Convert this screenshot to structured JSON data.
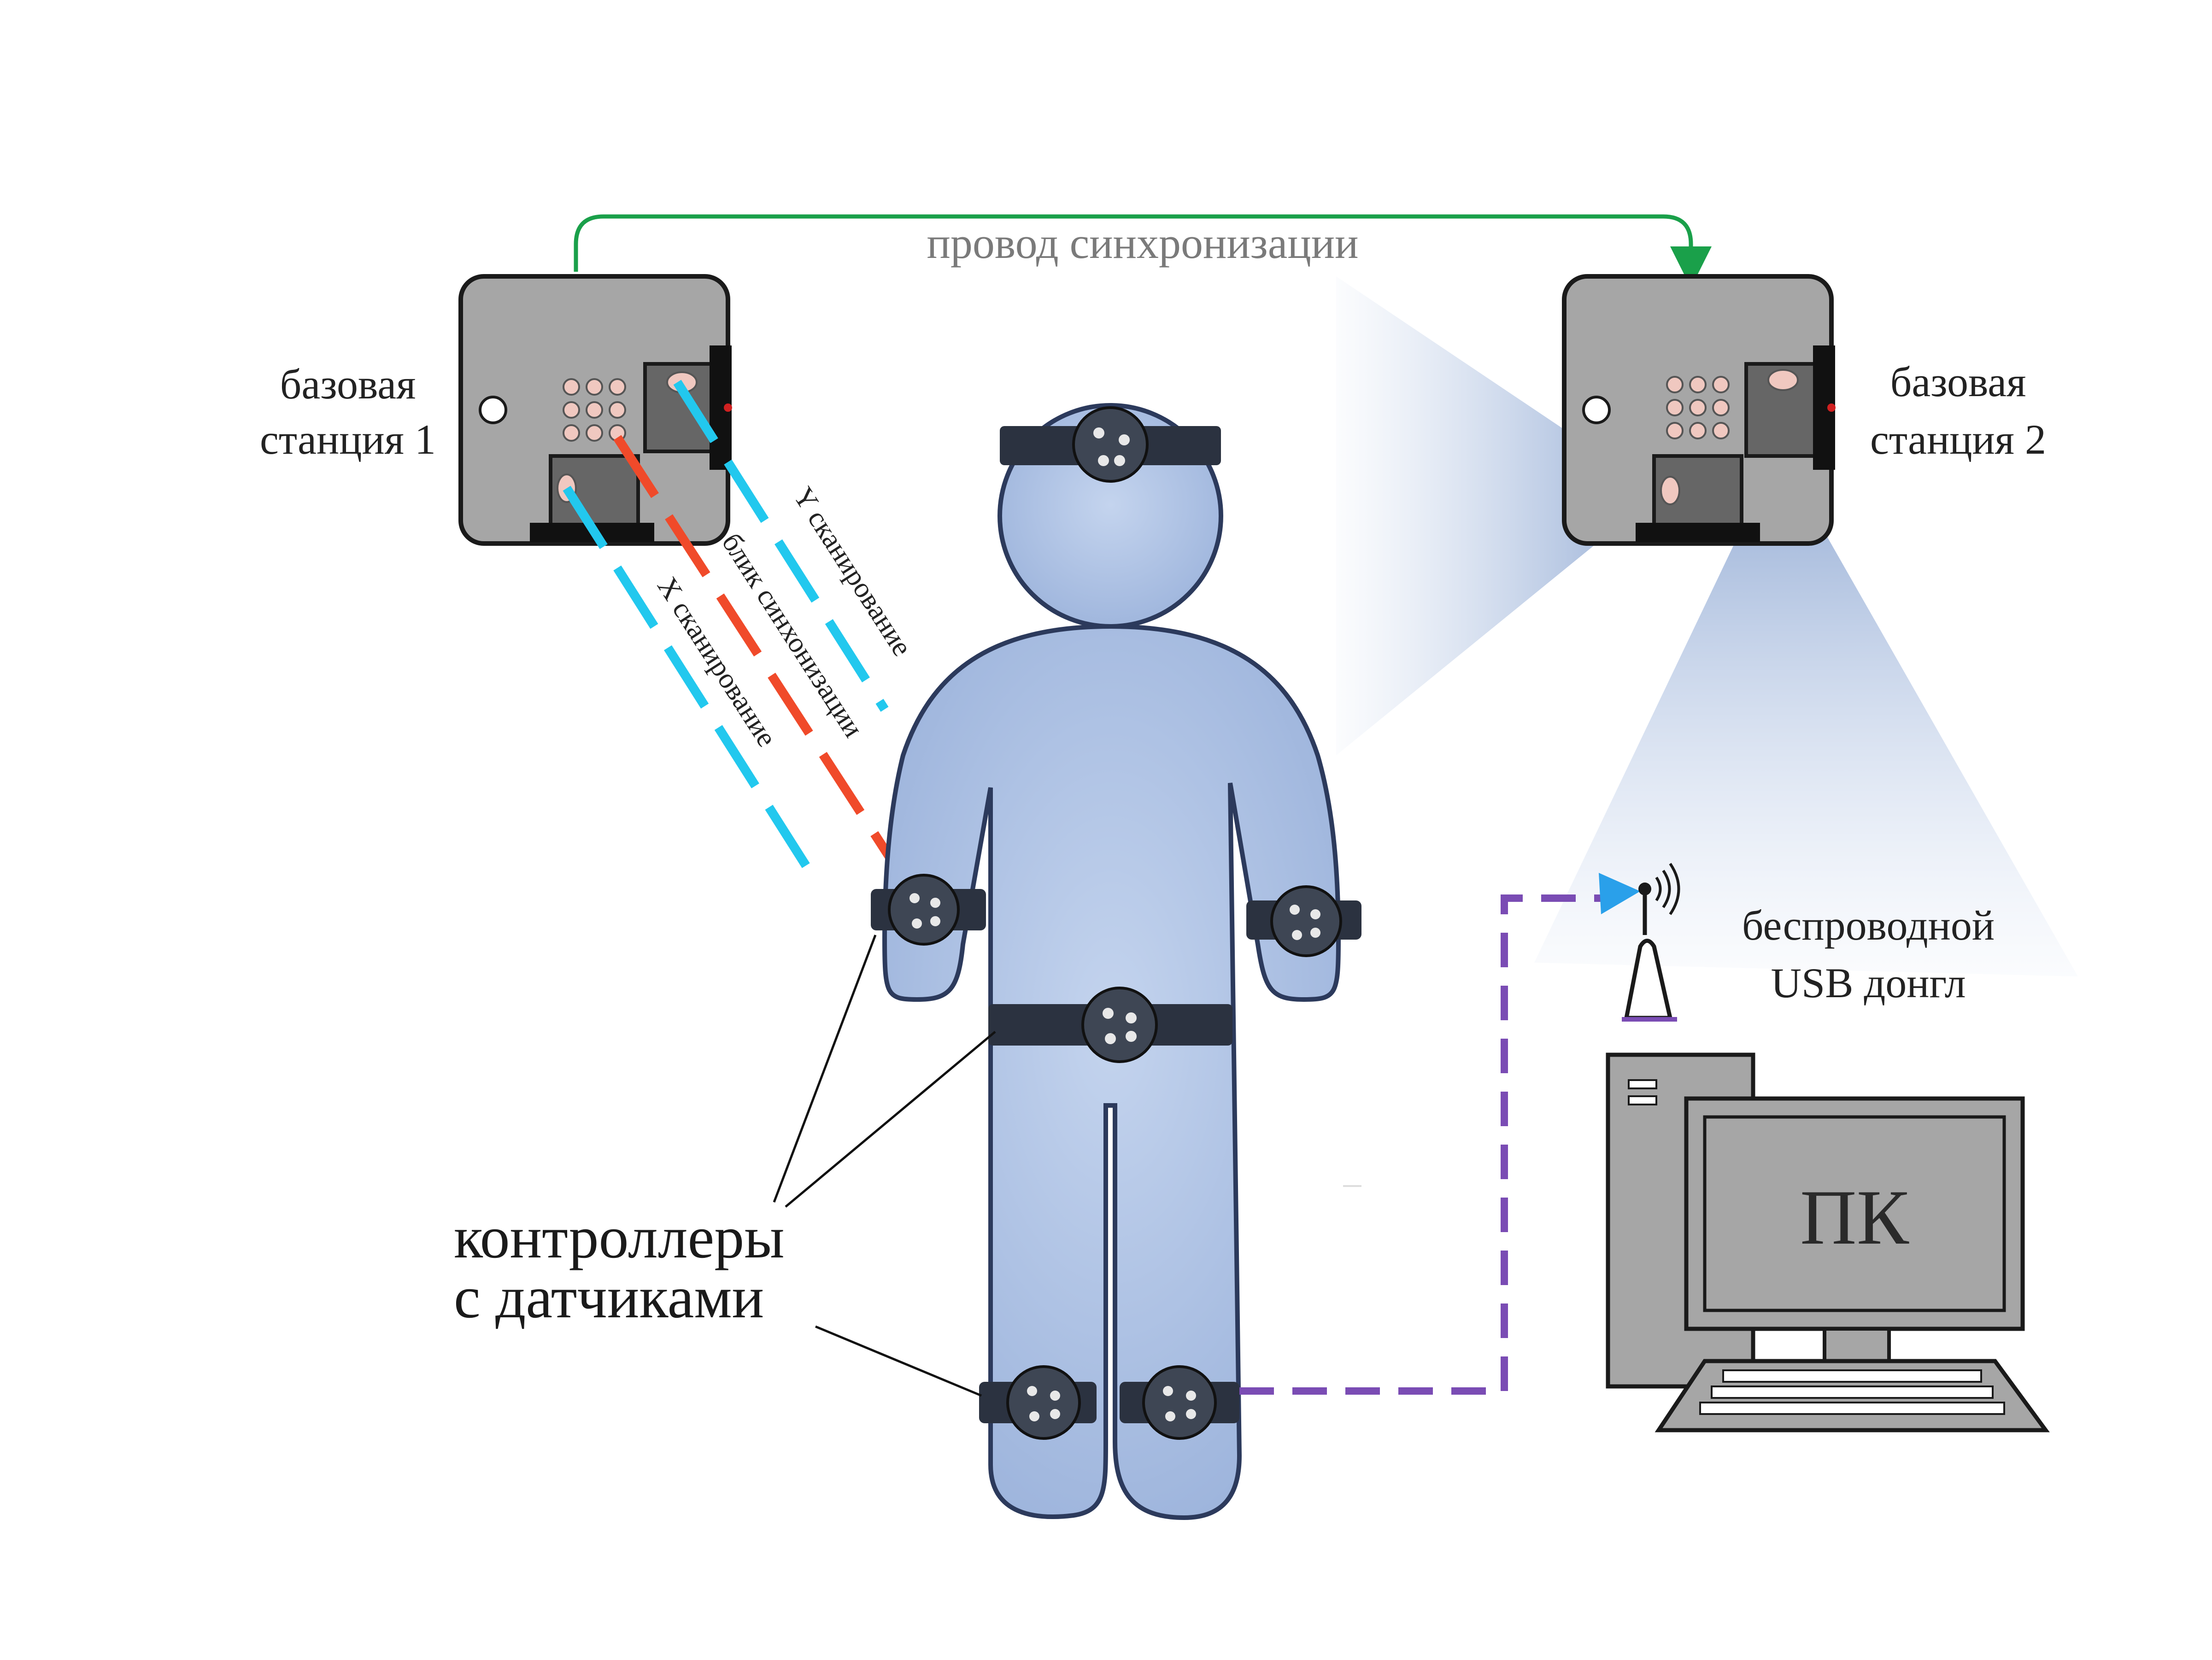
{
  "labels": {
    "sync_wire": "провод синхронизации",
    "base1_line1": "базовая",
    "base1_line2": "станция 1",
    "base2_line1": "базовая",
    "base2_line2": "станция 2",
    "y_scan": "Y сканирование",
    "sync_flash": "блик синхонизации",
    "x_scan": "X сканирование",
    "dongle_line1": "беспроводной",
    "dongle_line2": "USB донгл",
    "pc": "ПК",
    "controllers_line1": "контроллеры",
    "controllers_line2": "с датчиками"
  },
  "colors": {
    "sync_wire": "#1aa04a",
    "scan_beam": "#22c8ee",
    "sync_beam": "#f04a2a",
    "usb_link": "#7a4cb4",
    "body_fill": "#a8bee0",
    "body_stroke": "#2c3a5c",
    "station_fill": "#a6a6a6",
    "strap": "#2b3240",
    "muted_label": "#7a7a7a"
  }
}
